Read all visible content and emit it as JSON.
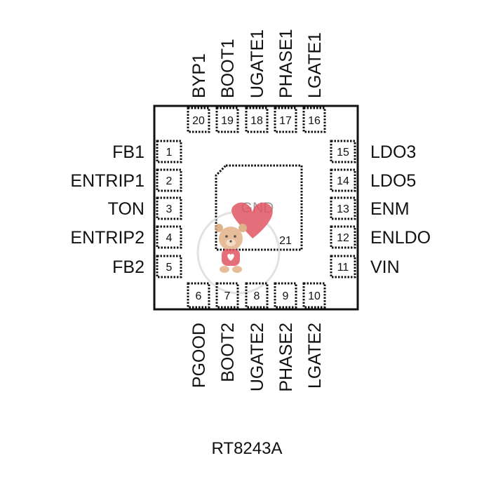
{
  "part_number": "RT8243A",
  "exposed_pad": {
    "label": "GND",
    "number": "21"
  },
  "pins": {
    "top": [
      {
        "n": "20",
        "name": "BYP1"
      },
      {
        "n": "19",
        "name": "BOOT1"
      },
      {
        "n": "18",
        "name": "UGATE1"
      },
      {
        "n": "17",
        "name": "PHASE1"
      },
      {
        "n": "16",
        "name": "LGATE1"
      }
    ],
    "left": [
      {
        "n": "1",
        "name": "FB1"
      },
      {
        "n": "2",
        "name": "ENTRIP1"
      },
      {
        "n": "3",
        "name": "TON"
      },
      {
        "n": "4",
        "name": "ENTRIP2"
      },
      {
        "n": "5",
        "name": "FB2"
      }
    ],
    "right": [
      {
        "n": "15",
        "name": "LDO3"
      },
      {
        "n": "14",
        "name": "LDO5"
      },
      {
        "n": "13",
        "name": "ENM"
      },
      {
        "n": "12",
        "name": "ENLDO"
      },
      {
        "n": "11",
        "name": "VIN"
      }
    ],
    "bottom": [
      {
        "n": "6",
        "name": "PGOOD"
      },
      {
        "n": "7",
        "name": "BOOT2"
      },
      {
        "n": "8",
        "name": "UGATE2"
      },
      {
        "n": "9",
        "name": "PHASE2"
      },
      {
        "n": "10",
        "name": "LGATE2"
      }
    ]
  },
  "colors": {
    "outline": "#111111",
    "gnd_text": "#9a9a9a",
    "watermark_heart": "#e05563",
    "watermark_bear": "#d9a679"
  }
}
